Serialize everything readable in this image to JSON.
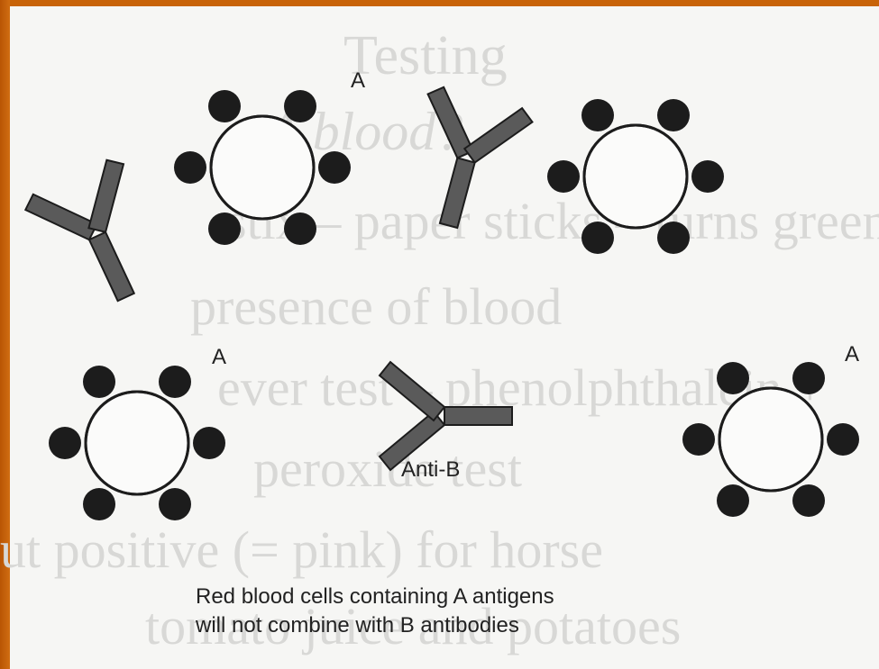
{
  "background_text": {
    "line1": "Testing",
    "line2": "A blood?",
    "line3": "stix – paper sticks – turns green",
    "line4": "presence of blood",
    "line5": "ever test – phenolphthalein +",
    "line6": "peroxide test",
    "line7": "out positive (= pink) for horse",
    "line8": "tomato juice and potatoes"
  },
  "diagram": {
    "label_a1": "A",
    "label_a2": "A",
    "label_a3": "A",
    "antibody_label": "Anti-B",
    "caption_line1": "Red blood cells containing A antigens",
    "caption_line2": "will not combine with B antibodies"
  },
  "colors": {
    "frame": "#c45f07",
    "slide": "#f6f6f4",
    "antigen": "#1c1c1c",
    "antibody": "#555555"
  }
}
